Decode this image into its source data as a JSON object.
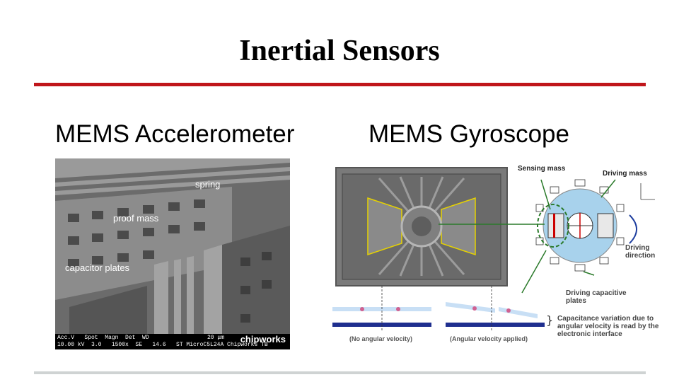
{
  "slide": {
    "title": "Inertial Sensors",
    "left_heading": "MEMS Accelerometer",
    "right_heading": "MEMS Gyroscope"
  },
  "accelerometer_image": {
    "labels": {
      "spring": "spring",
      "proof_mass": "proof mass",
      "capacitor_plates": "capacitor plates"
    },
    "footer": {
      "line1": "Acc.V   Spot  Magn  Det  WD",
      "line2": "10.00 kV  3.0   1500x  SE   14.6   ST MicroC5L24A Chipworks TB",
      "scale": "20 μm",
      "brand": "chipworks"
    }
  },
  "gyroscope_diagram": {
    "sensing_mass": "Sensing mass",
    "driving_mass": "Driving mass",
    "driving_direction": "Driving direction",
    "driving_capacitive_plates": "Driving capacitive plates",
    "capacitance_note": "Capacitance variation due to angular velocity is read by the electronic interface",
    "no_velocity": "(No angular velocity)",
    "velocity_applied": "(Angular velocity applied)"
  }
}
